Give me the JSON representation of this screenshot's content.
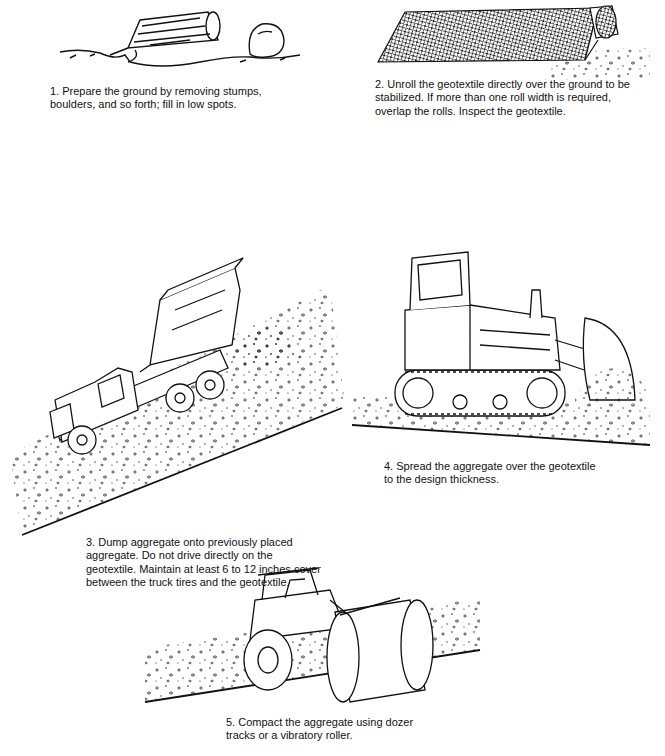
{
  "diagram": {
    "labels": [
      "1. Prepare the ground by removing stumps, boulders, and so forth; fill in low spots.",
      "2. Unroll the geotextile directly over the ground to be stabilized. If more than one roll width is required, overlap the rolls. Inspect the geotextile.",
      "3. Dump aggregate onto previously placed aggregate. Do not drive directly on the geotextile. Maintain at least 6 to 12 inches cover between the truck tires and the geotextile.",
      "4. Spread the aggregate over the geotextile to the design thickness.",
      "5. Compact the aggregate using dozer tracks or a vibratory roller."
    ]
  }
}
